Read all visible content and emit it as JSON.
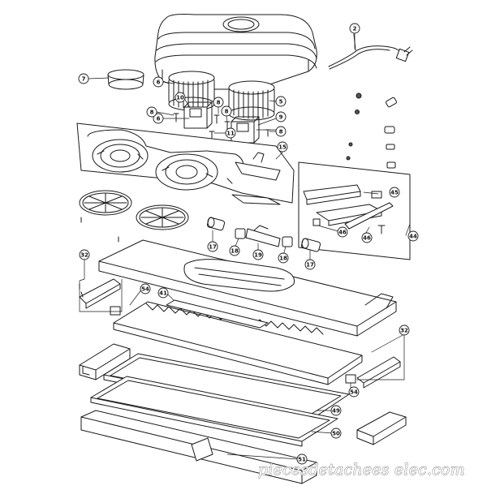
{
  "callouts": [
    {
      "id": "c-2",
      "label": "2"
    },
    {
      "id": "c-7",
      "label": "7"
    },
    {
      "id": "c-6a",
      "label": "6"
    },
    {
      "id": "c-6b",
      "label": "6"
    },
    {
      "id": "c-5",
      "label": "5"
    },
    {
      "id": "c-10",
      "label": "10"
    },
    {
      "id": "c-8a",
      "label": "8"
    },
    {
      "id": "c-8b",
      "label": "8"
    },
    {
      "id": "c-8c",
      "label": "8"
    },
    {
      "id": "c-8d",
      "label": "8"
    },
    {
      "id": "c-11",
      "label": "11"
    },
    {
      "id": "c-9",
      "label": "9"
    },
    {
      "id": "c-15",
      "label": "15"
    },
    {
      "id": "c-45",
      "label": "45"
    },
    {
      "id": "c-46a",
      "label": "46"
    },
    {
      "id": "c-46b",
      "label": "46"
    },
    {
      "id": "c-44",
      "label": "44"
    },
    {
      "id": "c-17a",
      "label": "17"
    },
    {
      "id": "c-17b",
      "label": "17"
    },
    {
      "id": "c-18a",
      "label": "18"
    },
    {
      "id": "c-18b",
      "label": "18"
    },
    {
      "id": "c-19",
      "label": "19"
    },
    {
      "id": "c-32a",
      "label": "32"
    },
    {
      "id": "c-32b",
      "label": "32"
    },
    {
      "id": "c-54a",
      "label": "54"
    },
    {
      "id": "c-54b",
      "label": "54"
    },
    {
      "id": "c-41",
      "label": "41"
    },
    {
      "id": "c-49",
      "label": "49"
    },
    {
      "id": "c-50",
      "label": "50"
    },
    {
      "id": "c-51",
      "label": "51"
    }
  ],
  "watermark": "piecesdetachees elec.com"
}
